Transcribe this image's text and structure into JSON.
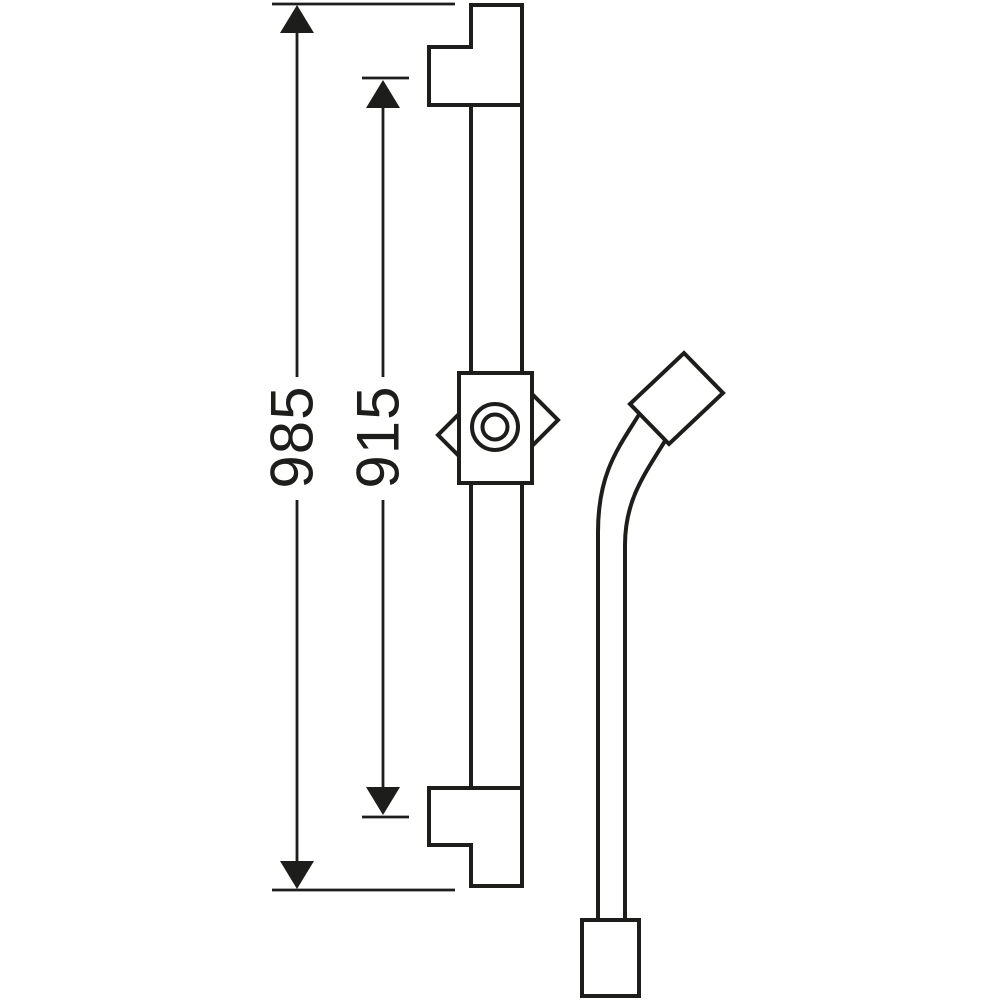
{
  "drawing": {
    "type": "technical-dimension-diagram",
    "subject": "wall-mounted shower rail with slider and shower hose",
    "background_color": "#ffffff",
    "line_color": "#1d1d1b",
    "dimensions": {
      "overall_length": {
        "label": "985"
      },
      "bracket_distance": {
        "label": "915"
      }
    }
  }
}
